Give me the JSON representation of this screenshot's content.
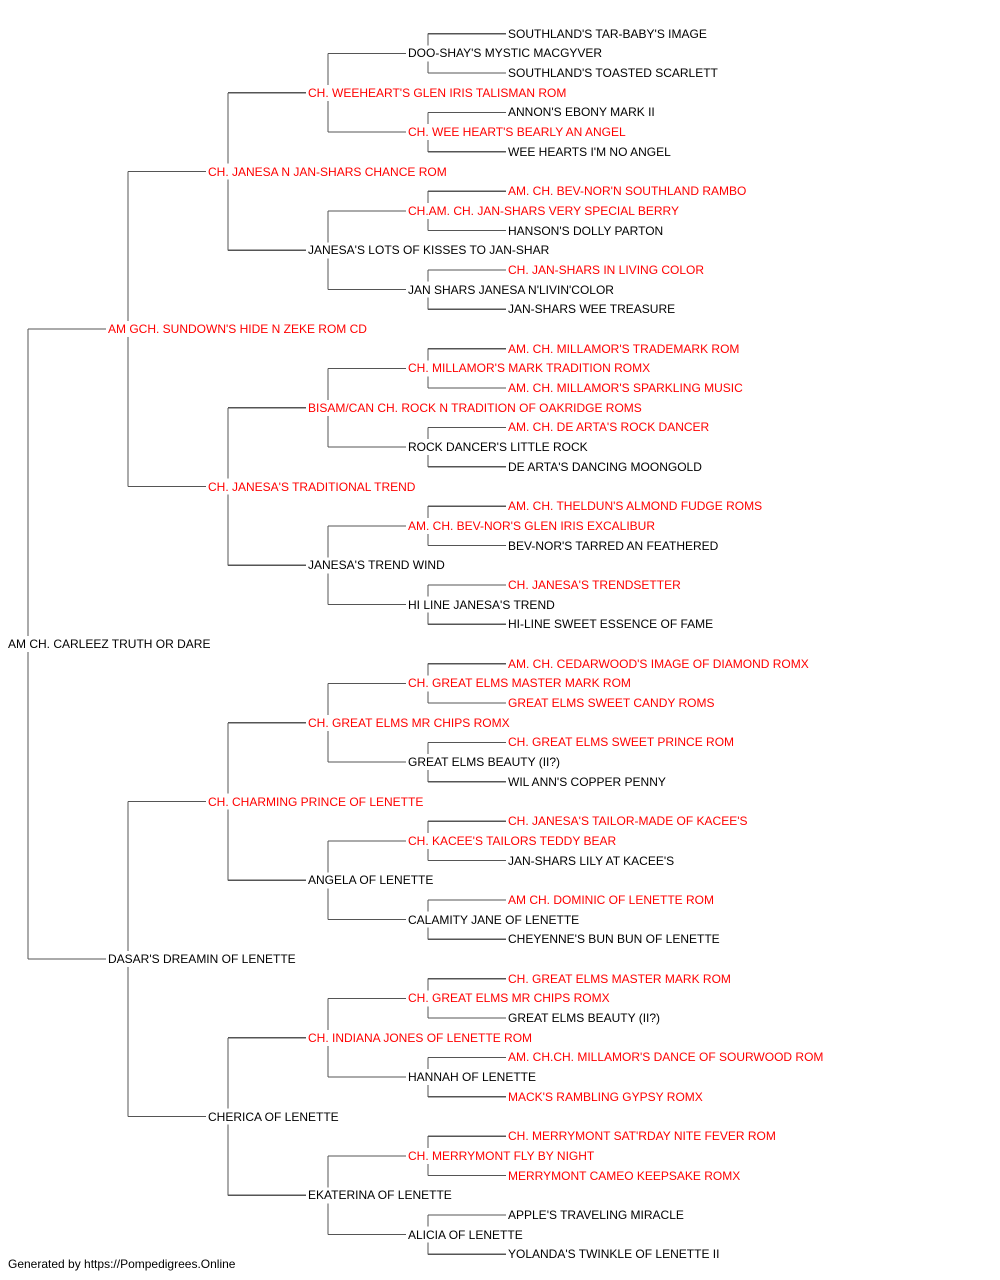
{
  "colors": {
    "titled": "#ff0000",
    "normal": "#000000",
    "connector": "#555555"
  },
  "pedigree": {
    "name": "AM CH. CARLEEZ TRUTH OR DARE",
    "titled": false,
    "sire": {
      "name": "AM GCH. SUNDOWN'S HIDE N ZEKE ROM CD",
      "titled": true,
      "sire": {
        "name": "CH. JANESA N JAN-SHARS CHANCE ROM",
        "titled": true,
        "sire": {
          "name": "CH. WEEHEART'S GLEN IRIS TALISMAN ROM",
          "titled": true,
          "sire": {
            "name": "DOO-SHAY'S MYSTIC MACGYVER",
            "titled": false,
            "sire": {
              "name": "SOUTHLAND'S TAR-BABY'S IMAGE",
              "titled": false
            },
            "dam": {
              "name": "SOUTHLAND'S TOASTED SCARLETT",
              "titled": false
            }
          },
          "dam": {
            "name": "CH. WEE HEART'S BEARLY AN ANGEL",
            "titled": true,
            "sire": {
              "name": "ANNON'S EBONY MARK II",
              "titled": false
            },
            "dam": {
              "name": "WEE HEARTS I'M NO ANGEL",
              "titled": false
            }
          }
        },
        "dam": {
          "name": "JANESA'S LOTS OF KISSES TO JAN-SHAR",
          "titled": false,
          "sire": {
            "name": "CH.AM. CH. JAN-SHARS VERY SPECIAL BERRY",
            "titled": true,
            "sire": {
              "name": "AM. CH. BEV-NOR'N SOUTHLAND RAMBO",
              "titled": true
            },
            "dam": {
              "name": "HANSON'S DOLLY PARTON",
              "titled": false
            }
          },
          "dam": {
            "name": "JAN SHARS JANESA N'LIVIN'COLOR",
            "titled": false,
            "sire": {
              "name": "CH. JAN-SHARS IN LIVING COLOR",
              "titled": true
            },
            "dam": {
              "name": "JAN-SHARS WEE TREASURE",
              "titled": false
            }
          }
        }
      },
      "dam": {
        "name": "CH. JANESA'S TRADITIONAL TREND",
        "titled": true,
        "sire": {
          "name": "BISAM/CAN CH. ROCK N TRADITION OF OAKRIDGE ROMS",
          "titled": true,
          "sire": {
            "name": "CH. MILLAMOR'S MARK TRADITION ROMX",
            "titled": true,
            "sire": {
              "name": "AM. CH. MILLAMOR'S TRADEMARK ROM",
              "titled": true
            },
            "dam": {
              "name": "AM. CH. MILLAMOR'S SPARKLING MUSIC",
              "titled": true
            }
          },
          "dam": {
            "name": "ROCK DANCER'S LITTLE ROCK",
            "titled": false,
            "sire": {
              "name": "AM. CH. DE ARTA'S ROCK DANCER",
              "titled": true
            },
            "dam": {
              "name": "DE ARTA'S DANCING MOONGOLD",
              "titled": false
            }
          }
        },
        "dam": {
          "name": "JANESA'S TREND WIND",
          "titled": false,
          "sire": {
            "name": "AM. CH. BEV-NOR'S GLEN IRIS EXCALIBUR",
            "titled": true,
            "sire": {
              "name": "AM. CH. THELDUN'S ALMOND FUDGE ROMS",
              "titled": true
            },
            "dam": {
              "name": "BEV-NOR'S TARRED AN FEATHERED",
              "titled": false
            }
          },
          "dam": {
            "name": "HI LINE JANESA'S TREND",
            "titled": false,
            "sire": {
              "name": "CH. JANESA'S TRENDSETTER",
              "titled": true
            },
            "dam": {
              "name": "HI-LINE SWEET ESSENCE OF FAME",
              "titled": false
            }
          }
        }
      }
    },
    "dam": {
      "name": "DASAR'S DREAMIN OF LENETTE",
      "titled": false,
      "sire": {
        "name": "CH. CHARMING PRINCE OF LENETTE",
        "titled": true,
        "sire": {
          "name": "CH. GREAT ELMS MR CHIPS ROMX",
          "titled": true,
          "sire": {
            "name": "CH. GREAT ELMS MASTER MARK ROM",
            "titled": true,
            "sire": {
              "name": "AM. CH. CEDARWOOD'S IMAGE OF DIAMOND ROMX",
              "titled": true
            },
            "dam": {
              "name": "GREAT ELMS SWEET CANDY ROMS",
              "titled": true
            }
          },
          "dam": {
            "name": "GREAT ELMS BEAUTY (II?)",
            "titled": false,
            "sire": {
              "name": "CH. GREAT ELMS SWEET PRINCE ROM",
              "titled": true
            },
            "dam": {
              "name": "WIL ANN'S COPPER PENNY",
              "titled": false
            }
          }
        },
        "dam": {
          "name": "ANGELA OF LENETTE",
          "titled": false,
          "sire": {
            "name": "CH. KACEE'S TAILORS TEDDY BEAR",
            "titled": true,
            "sire": {
              "name": "CH. JANESA'S TAILOR-MADE OF KACEE'S",
              "titled": true
            },
            "dam": {
              "name": "JAN-SHARS LILY AT KACEE'S",
              "titled": false
            }
          },
          "dam": {
            "name": "CALAMITY JANE OF LENETTE",
            "titled": false,
            "sire": {
              "name": "AM CH. DOMINIC OF LENETTE ROM",
              "titled": true
            },
            "dam": {
              "name": "CHEYENNE'S BUN BUN OF LENETTE",
              "titled": false
            }
          }
        }
      },
      "dam": {
        "name": "CHERICA OF LENETTE",
        "titled": false,
        "sire": {
          "name": "CH. INDIANA JONES OF LENETTE ROM",
          "titled": true,
          "sire": {
            "name": "CH. GREAT ELMS MR CHIPS ROMX",
            "titled": true,
            "sire": {
              "name": "CH. GREAT ELMS MASTER MARK ROM",
              "titled": true
            },
            "dam": {
              "name": "GREAT ELMS BEAUTY (II?)",
              "titled": false
            }
          },
          "dam": {
            "name": "HANNAH OF LENETTE",
            "titled": false,
            "sire": {
              "name": "AM. CH.CH. MILLAMOR'S DANCE OF SOURWOOD ROM",
              "titled": true
            },
            "dam": {
              "name": "MACK'S RAMBLING GYPSY ROMX",
              "titled": true
            }
          }
        },
        "dam": {
          "name": "EKATERINA OF LENETTE",
          "titled": false,
          "sire": {
            "name": "CH. MERRYMONT FLY BY NIGHT",
            "titled": true,
            "sire": {
              "name": "CH. MERRYMONT SAT'RDAY NITE FEVER ROM",
              "titled": true
            },
            "dam": {
              "name": "MERRYMONT CAMEO KEEPSAKE ROMX",
              "titled": true
            }
          },
          "dam": {
            "name": "ALICIA OF LENETTE",
            "titled": false,
            "sire": {
              "name": "APPLE'S TRAVELING MIRACLE",
              "titled": false
            },
            "dam": {
              "name": "YOLANDA'S TWINKLE OF LENETTE II",
              "titled": false
            }
          }
        }
      }
    }
  },
  "footer": {
    "text": "Generated by https://Pompedigrees.Online"
  }
}
